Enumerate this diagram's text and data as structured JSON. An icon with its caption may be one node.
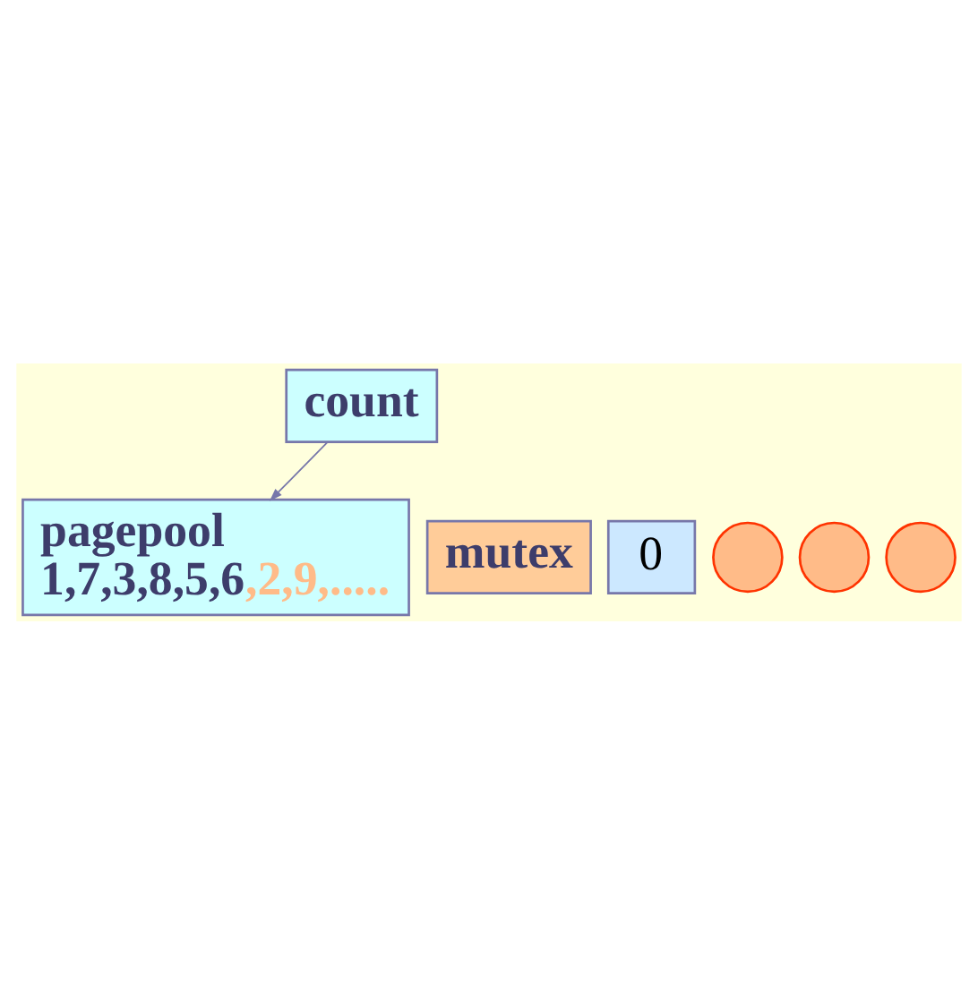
{
  "diagram": {
    "nodes": [
      {
        "text": [
          "pagepool",
          "1,7,3,8,5,6",
          ",2,9,....."
        ]
      },
      {
        "text": [
          "count"
        ]
      },
      {
        "text": [
          "mutex"
        ]
      },
      {
        "text": [
          "0"
        ]
      },
      {
        "text": [],
        "shape": "circle"
      },
      {
        "text": [],
        "shape": "circle"
      },
      {
        "text": [],
        "shape": "circle"
      }
    ],
    "edges": [
      {
        "from": 1,
        "to": 0,
        "arrow": "to"
      }
    ]
  }
}
